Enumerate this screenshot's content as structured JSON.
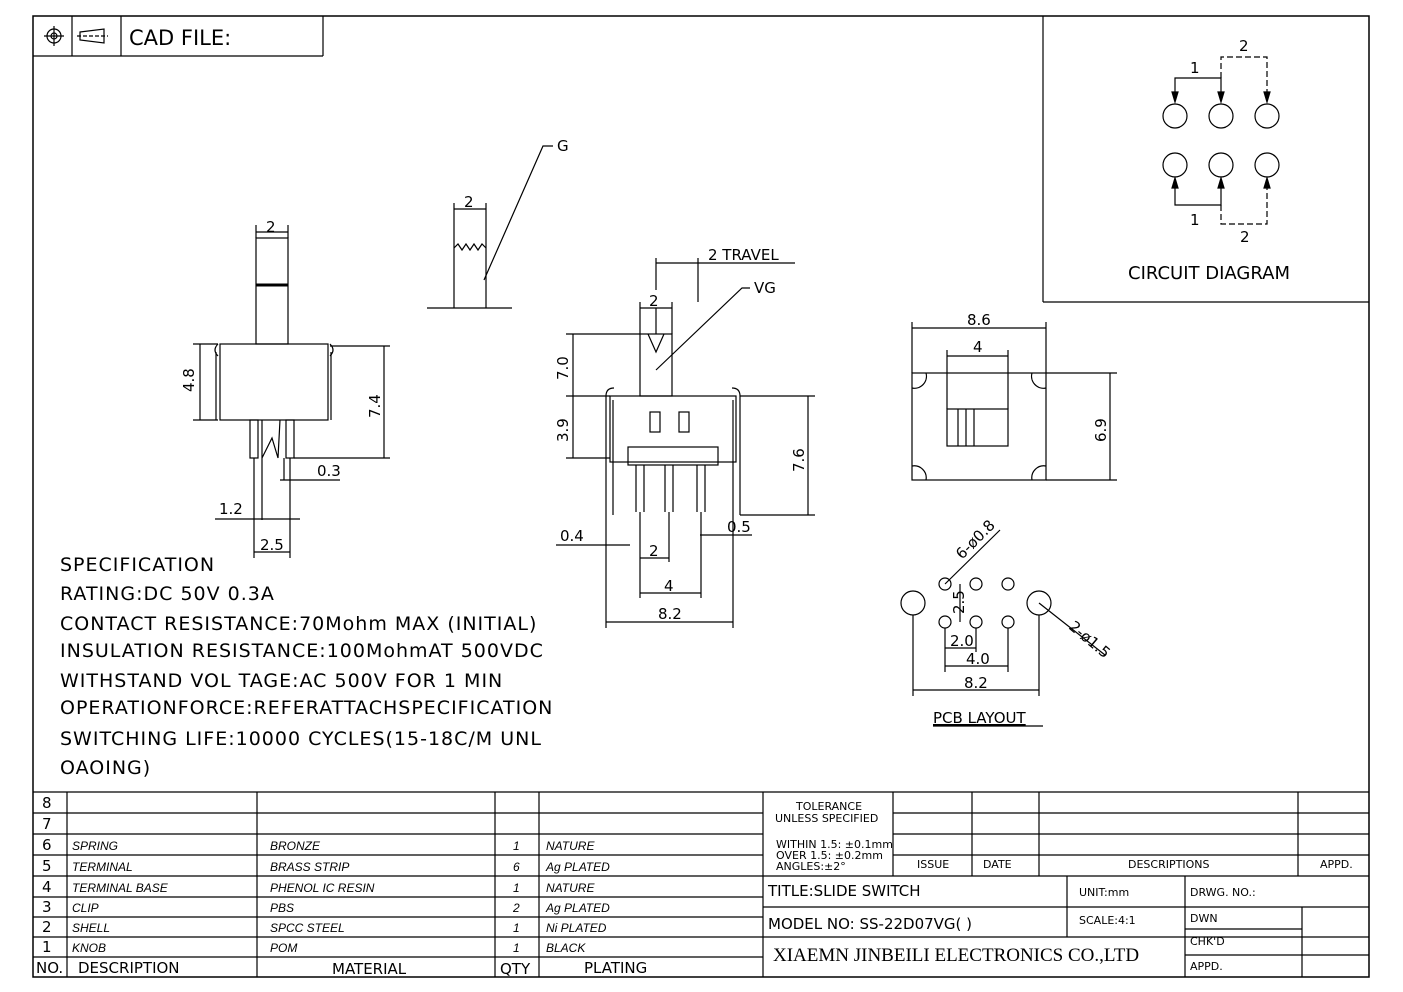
{
  "header": {
    "cad_label": "CAD FILE:"
  },
  "circuit": {
    "title": "CIRCUIT DIAGRAM",
    "pole1_top": "1",
    "pole2_top": "2",
    "pole1_bottom": "1",
    "pole2_bottom": "2"
  },
  "views": {
    "actuator_width": "2",
    "side_height": "4.8",
    "side_total": "7.4",
    "pin_thickness": "0.3",
    "pin_width": "1.2",
    "pin_span": "2.5",
    "knurl_width": "2",
    "knurl_label": "G",
    "travel": "2 TRAVEL",
    "front_knob_width": "2",
    "vg_label": "VG",
    "front_knob_height": "7.0",
    "front_body_height": "3.9",
    "front_total": "7.6",
    "left_pin": "0.4",
    "right_pin": "0.5",
    "pin_pitch": "2",
    "inner_span": "4",
    "outer_span": "8.2",
    "top_width": "8.6",
    "top_slot": "4",
    "top_height": "6.9",
    "pcb_hole": "6-ø0.8",
    "pcb_big_hole": "2-ø1.5",
    "pcb_row": "2.5",
    "pcb_pitch": "2.0",
    "pcb_span": "4.0",
    "pcb_outer": "8.2",
    "pcb_title": "PCB LAYOUT"
  },
  "spec": {
    "l1": "SPECIFICATION",
    "l2": "RATING:DC 50V 0.3A",
    "l3": "CONTACT RESISTANCE:70Mohm MAX (INITIAL)",
    "l4": "INSULATION RESISTANCE:100MohmAT 500VDC",
    "l5": "WITHSTAND VOL TAGE:AC 500V FOR 1 MIN",
    "l6": "OPERATIONFORCE:REFERATTACHSPECIFICATION",
    "l7": "SWITCHING LIFE:10000 CYCLES(15-18C/M UNL",
    "l8": "OAOING)"
  },
  "bom": {
    "rows": [
      {
        "no": "8",
        "desc": "",
        "mat": "",
        "qty": "",
        "plating": ""
      },
      {
        "no": "7",
        "desc": "",
        "mat": "",
        "qty": "",
        "plating": ""
      },
      {
        "no": "6",
        "desc": "SPRING",
        "mat": "BRONZE",
        "qty": "1",
        "plating": "NATURE"
      },
      {
        "no": "5",
        "desc": "TERMINAL",
        "mat": "BRASS STRIP",
        "qty": "6",
        "plating": "Ag PLATED"
      },
      {
        "no": "4",
        "desc": "TERMINAL BASE",
        "mat": "PHENOL IC RESIN",
        "qty": "1",
        "plating": "NATURE"
      },
      {
        "no": "3",
        "desc": "CLIP",
        "mat": "PBS",
        "qty": "2",
        "plating": "Ag PLATED"
      },
      {
        "no": "2",
        "desc": "SHELL",
        "mat": "SPCC STEEL",
        "qty": "1",
        "plating": "Ni PLATED"
      },
      {
        "no": "1",
        "desc": "KNOB",
        "mat": "POM",
        "qty": "1",
        "plating": "BLACK"
      }
    ],
    "head_no": "NO.",
    "head_desc": "DESCRIPTION",
    "head_mat": "MATERIAL",
    "head_qty": "QTY",
    "head_plating": "PLATING"
  },
  "titleblock": {
    "tol1": "TOLERANCE",
    "tol2": "UNLESS SPECIFIED",
    "tol3": "WITHIN 1.5: ±0.1mm",
    "tol4": "OVER 1.5:  ±0.2mm",
    "tol5": "ANGLES:±2°",
    "issue": "ISSUE",
    "date": "DATE",
    "descriptions": "DESCRIPTIONS",
    "appd": "APPD.",
    "title": "TITLE:SLIDE SWITCH",
    "unit": "UNIT:mm",
    "drwg": "DRWG. NO.:",
    "model": "MODEL NO: SS-22D07VG( )",
    "scale": "SCALE:4:1",
    "dwn": "DWN",
    "chkd": "CHK'D",
    "appd2": "APPD.",
    "company": "XIAEMN JINBEILI ELECTRONICS CO.,LTD"
  }
}
